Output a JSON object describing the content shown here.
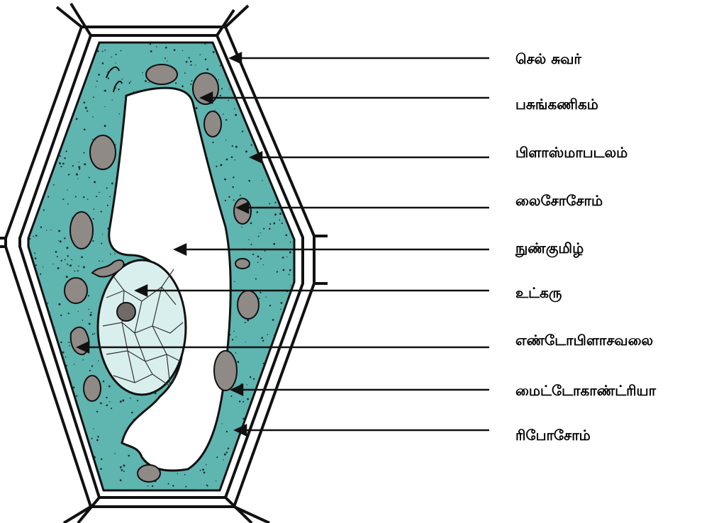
{
  "colors": {
    "cytoplasm": "#5fb5b0",
    "organelle": "#8f8a86",
    "nucleus_fill": "#d9efee",
    "outline": "#111111",
    "background": "#ffffff"
  },
  "labels": [
    {
      "id": "cell-wall",
      "text": "செல் சுவர்"
    },
    {
      "id": "chloroplast",
      "text": "பசுங்கணிகம்"
    },
    {
      "id": "plasma-membrane",
      "text": "பிளாஸ்மாபடலம்"
    },
    {
      "id": "lysosome",
      "text": "லைசோசோம்"
    },
    {
      "id": "vacuole",
      "text": "நுண்குமிழ்"
    },
    {
      "id": "nucleus",
      "text": "உட்கரு"
    },
    {
      "id": "endoplasmic-reticulum",
      "text": "எண்டோபிளாசவலை"
    },
    {
      "id": "mitochondria",
      "text": "மைட்டோகாண்ட்ரியா"
    },
    {
      "id": "ribosome",
      "text": "ரிபோசோம்"
    }
  ]
}
